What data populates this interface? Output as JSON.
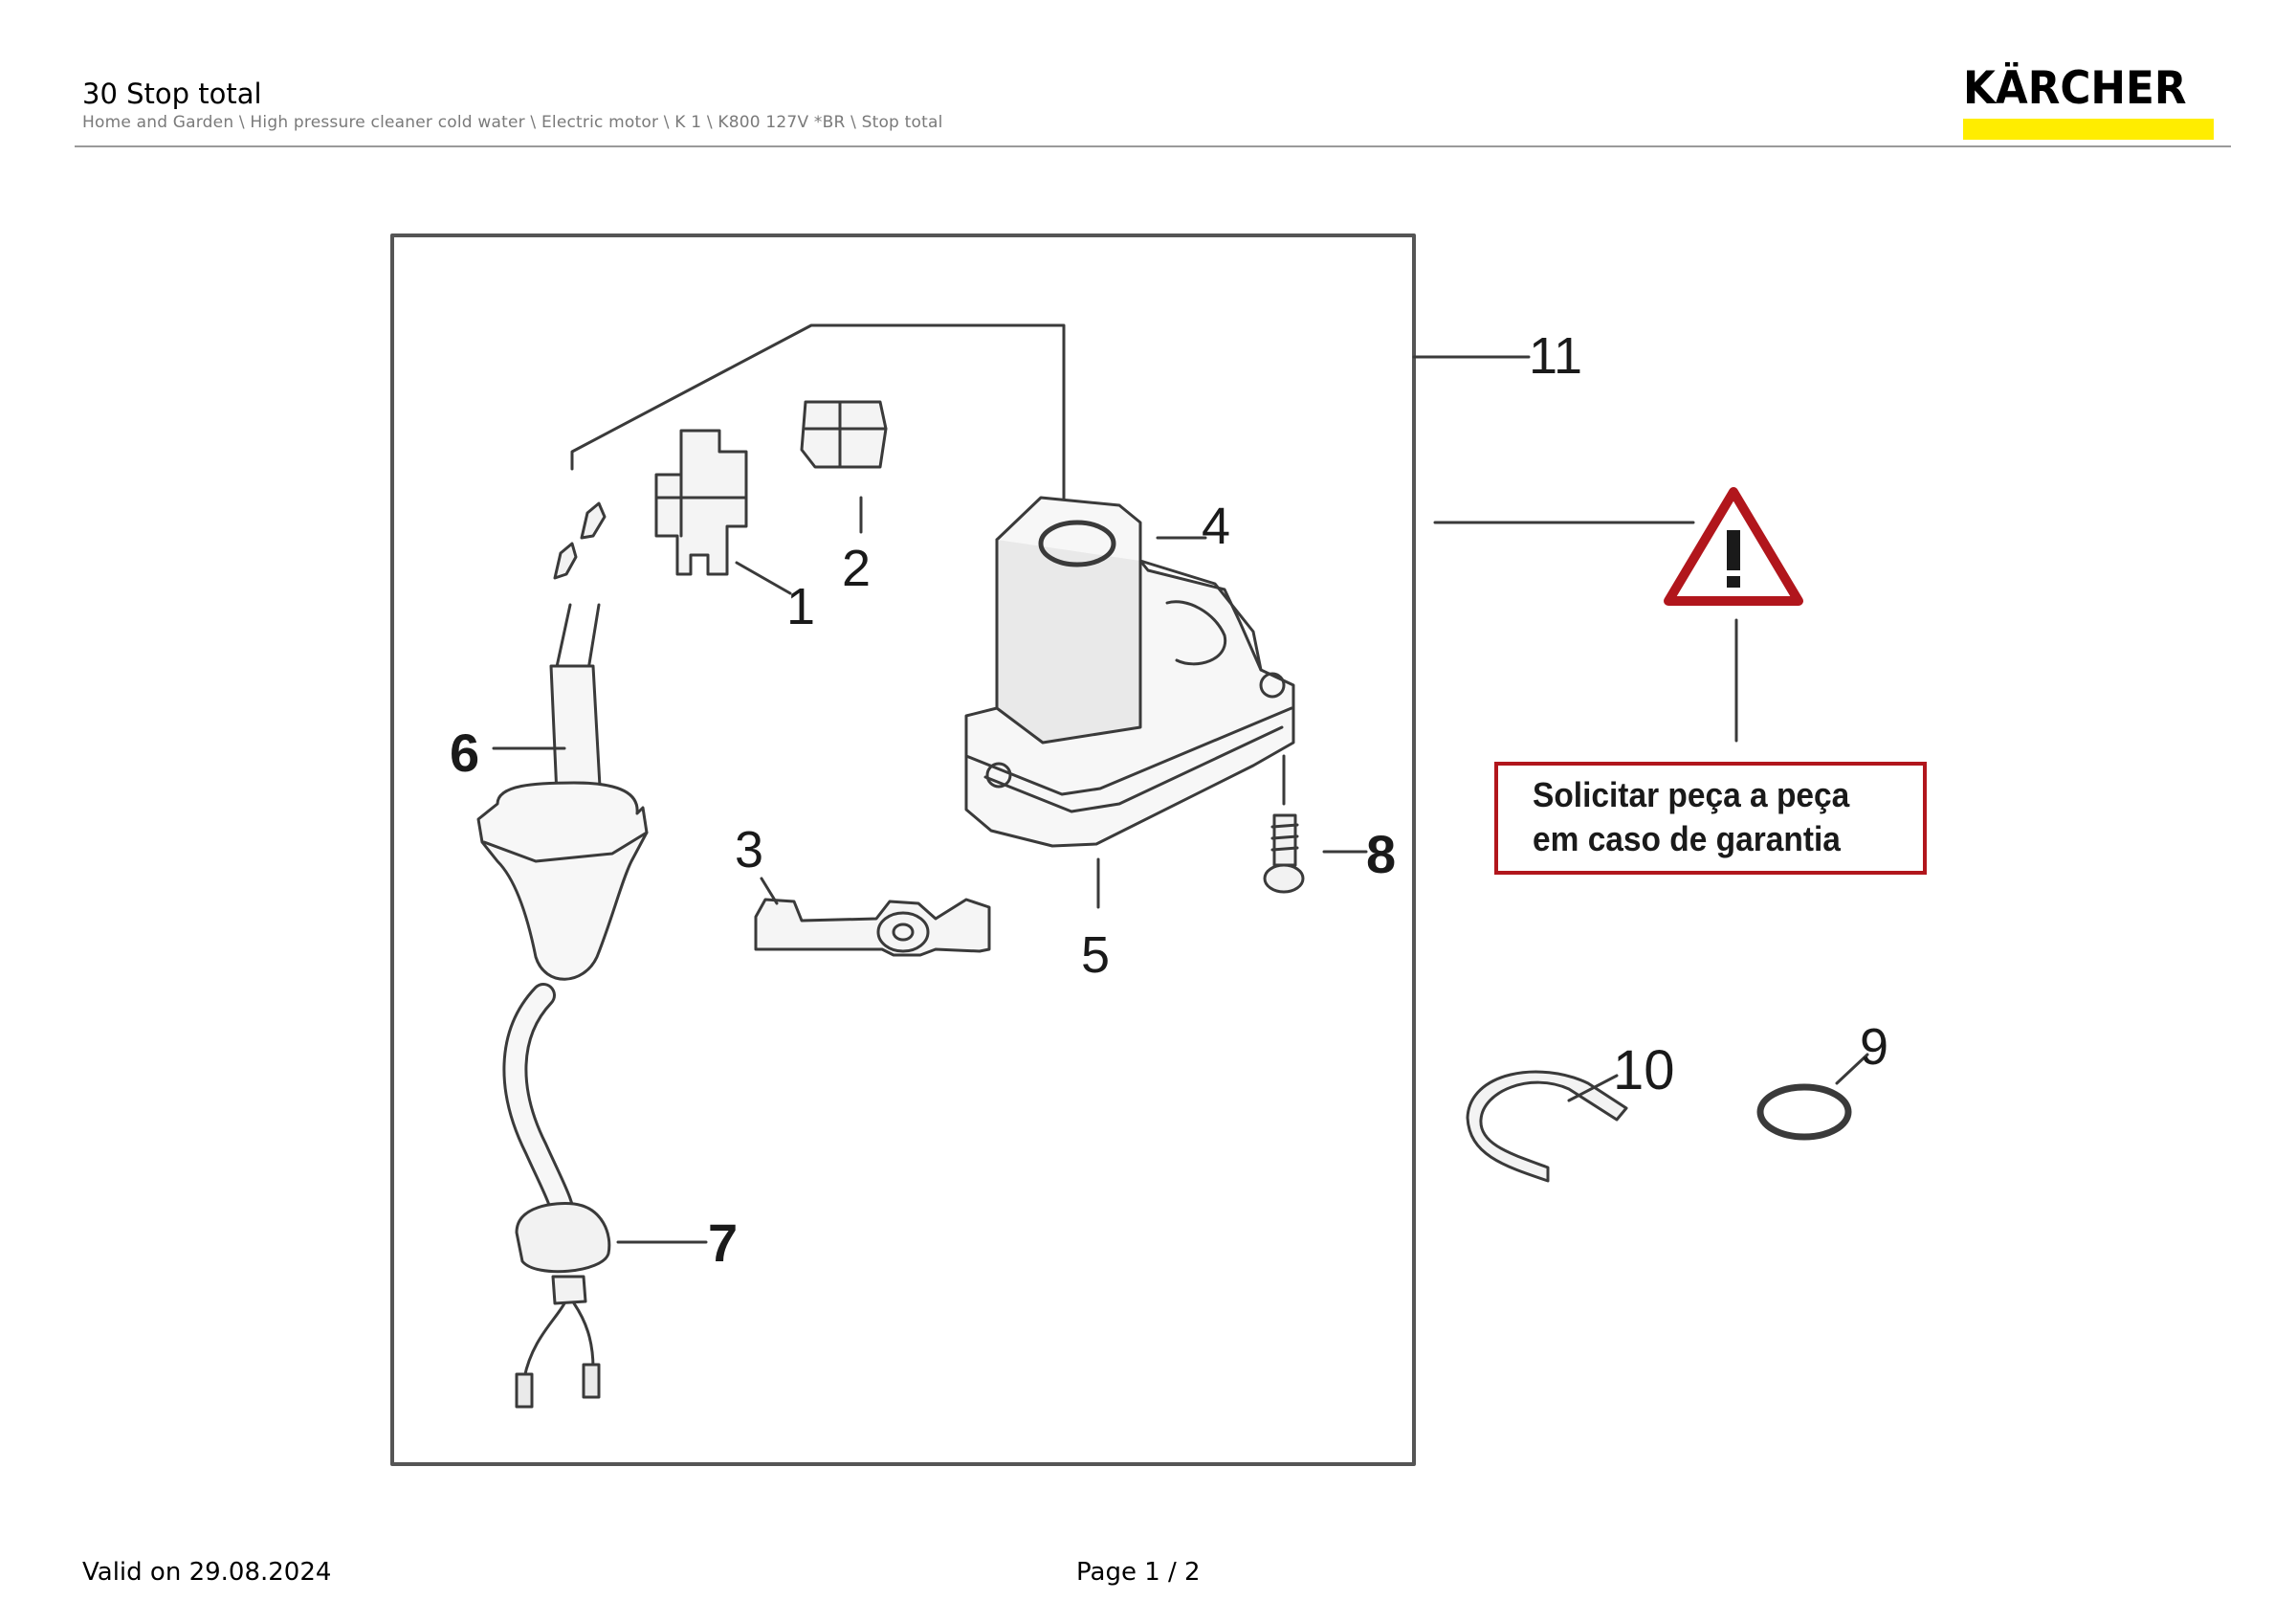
{
  "header": {
    "title": "30 Stop total",
    "breadcrumb": "Home and Garden \\ High pressure cleaner cold water \\ Electric motor \\ K 1 \\ K800 127V *BR \\ Stop total",
    "brand": "KÄRCHER",
    "brand_color": "#ffed00"
  },
  "diagram": {
    "labels": [
      "1",
      "2",
      "3",
      "4",
      "5",
      "6",
      "7",
      "8",
      "9",
      "10",
      "11"
    ],
    "warning_icon": "warning-triangle-icon",
    "warning_color": "#b1161c",
    "warning_text_line1": "Solicitar peça a peça",
    "warning_text_line2": "em caso de garantia"
  },
  "footer": {
    "valid": "Valid on 29.08.2024",
    "page": "Page 1 / 2"
  }
}
